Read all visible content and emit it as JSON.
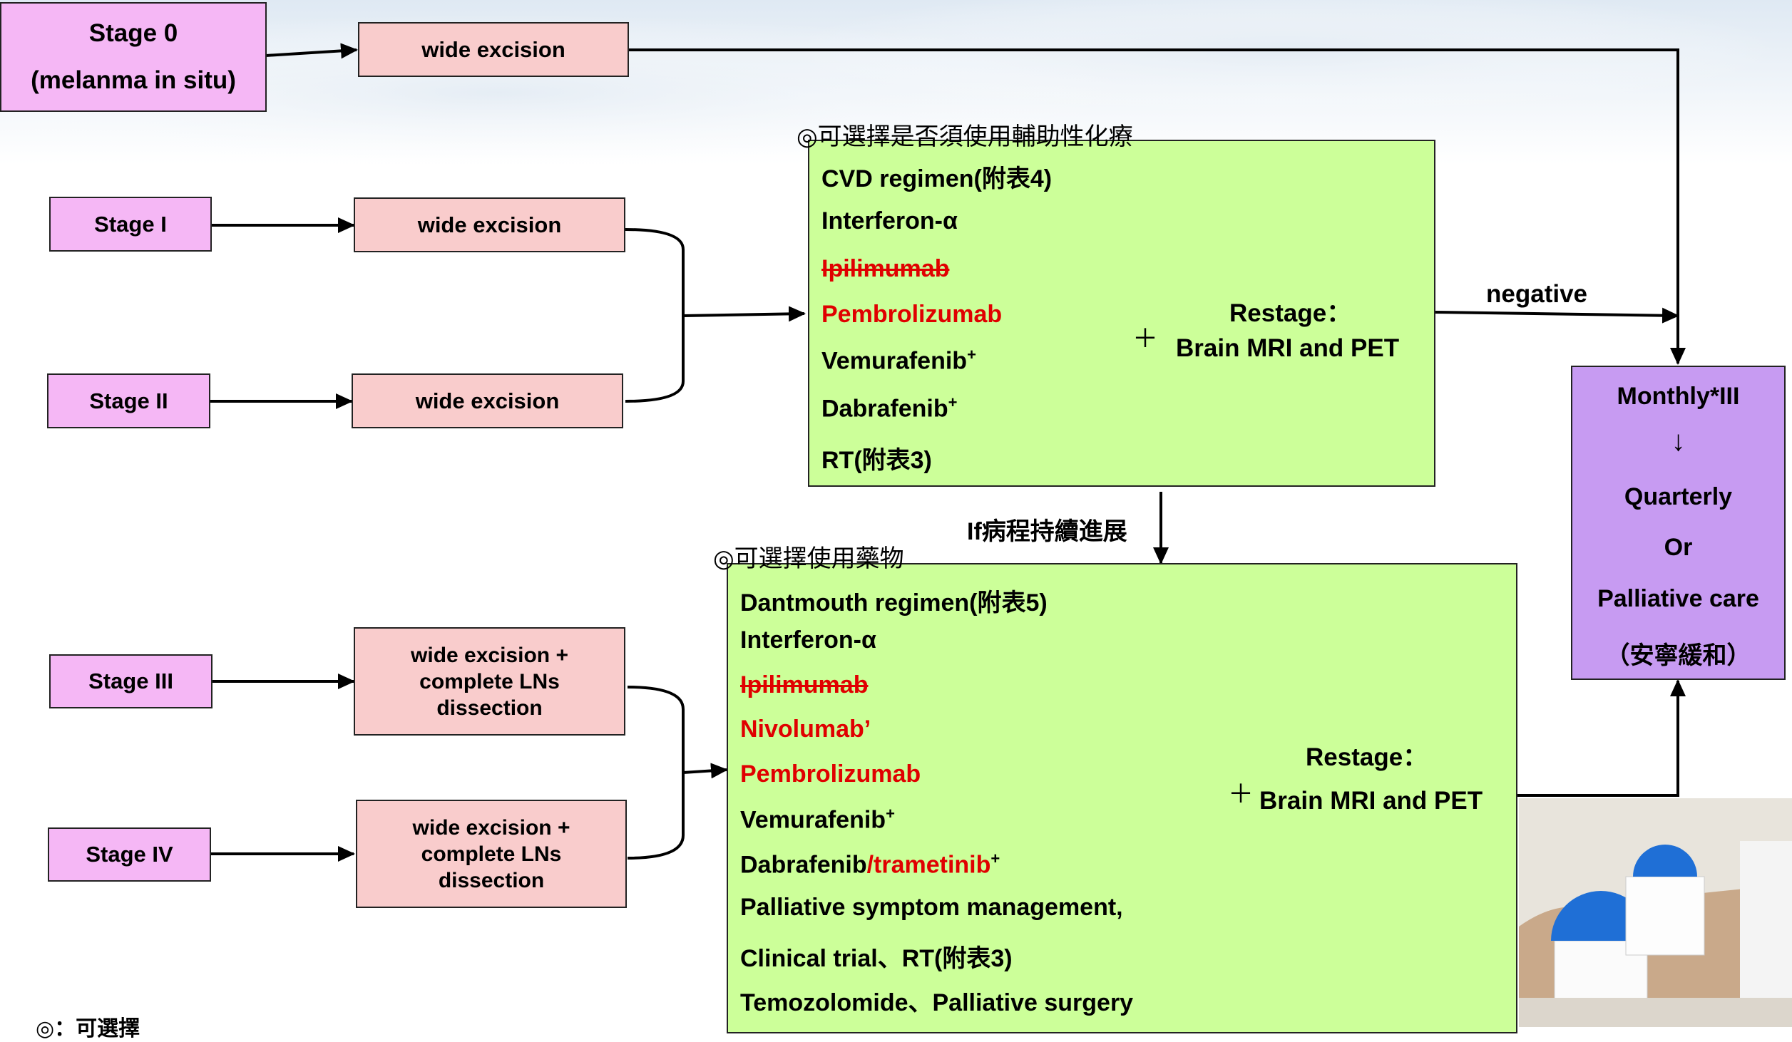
{
  "stages": {
    "s0": {
      "line1": "Stage 0",
      "line2": "(melanma in situ)"
    },
    "s1": "Stage I",
    "s2": "Stage II",
    "s3": "Stage III",
    "s4": "Stage IV"
  },
  "treatments": {
    "t0": "wide excision",
    "t1": "wide excision",
    "t2": "wide excision",
    "t3": [
      "wide excision +",
      "complete LNs",
      "dissection"
    ],
    "t4": [
      "wide excision +",
      "complete LNs",
      "dissection"
    ]
  },
  "adjuvant": {
    "note": "◎可選擇是否須使用輔助性化療",
    "items": [
      "CVD regimen(附表4)",
      "Interferon-α",
      "Ipilimumab",
      "Pembrolizumab",
      "Vemurafenib",
      "Dabrafenib",
      "RT(附表3)"
    ],
    "sup_mark": "+",
    "plus": "＋",
    "restage": "Restage：",
    "restage_detail": "Brain MRI and PET"
  },
  "advanced": {
    "note": "◎可選擇使用藥物",
    "items": [
      "Dantmouth regimen(附表5)",
      "Interferon-α",
      "Ipilimumab",
      "Nivolumab’",
      "Pembrolizumab",
      "Vemurafenib",
      "Dabrafenib",
      "/trametinib",
      "Palliative symptom management,",
      "Clinical trial、RT(附表3)",
      "Temozolomide、Palliative surgery"
    ],
    "plus": "＋",
    "restage": "Restage：",
    "restage_detail": "Brain MRI and PET"
  },
  "edges": {
    "negative": "negative",
    "progress": "If病程持續進展"
  },
  "followup": {
    "line1": "Monthly*III",
    "arrow": "↓",
    "line2": "Quarterly",
    "line3": "Or",
    "line4": "Palliative care",
    "line5": "（安寧緩和）"
  },
  "legend": "◎：可選擇"
}
